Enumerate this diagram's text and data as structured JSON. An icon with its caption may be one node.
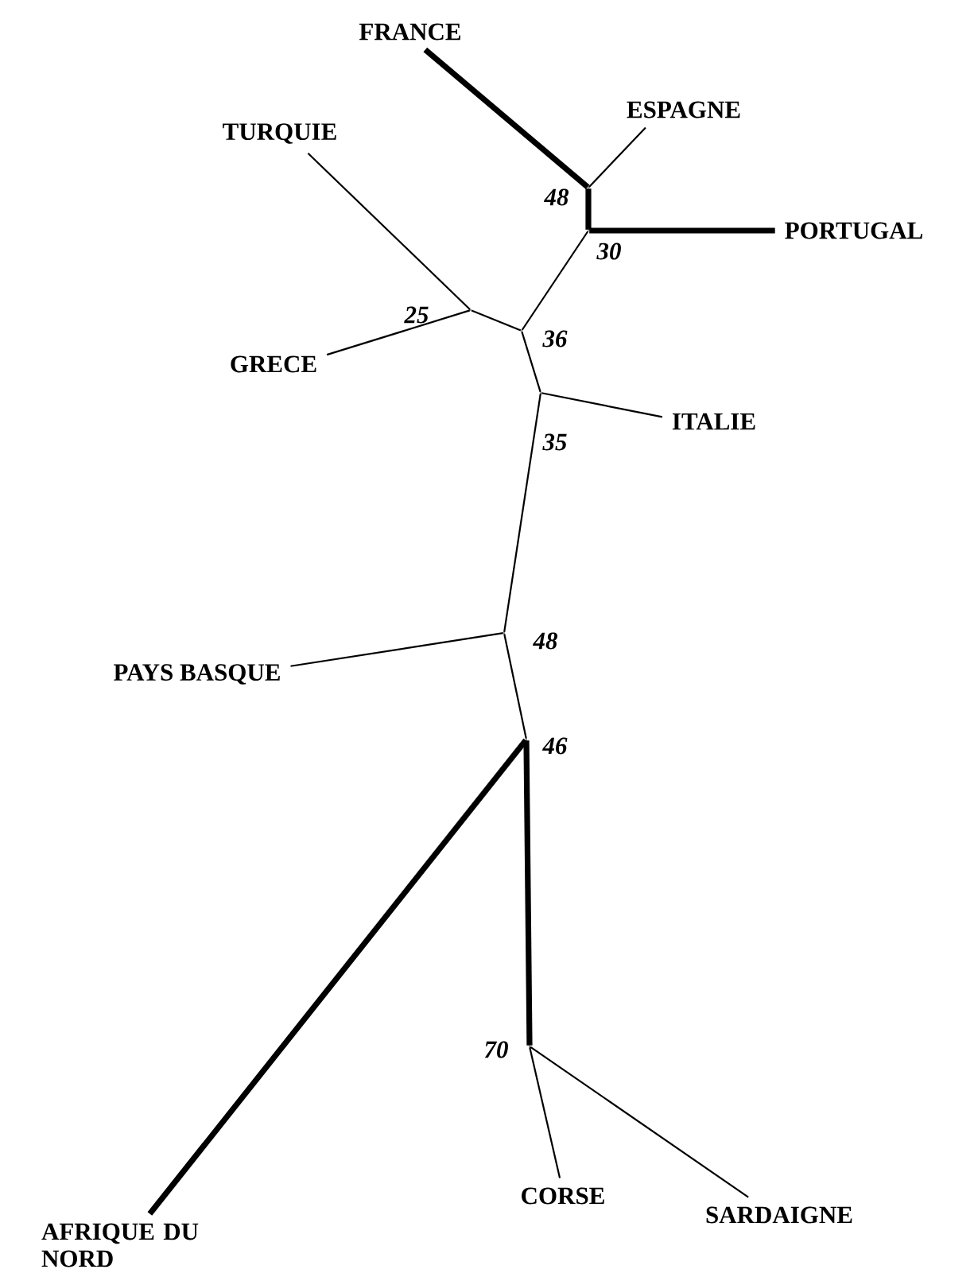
{
  "diagram": {
    "nodes": [
      {
        "text": [
          "FRANCE"
        ]
      },
      {
        "text": [
          "ESPAGNE"
        ]
      },
      {
        "text": [
          "PORTUGAL"
        ]
      },
      {
        "text": [
          "TURQUIE"
        ]
      },
      {
        "text": [
          "GRECE"
        ]
      },
      {
        "text": [
          "ITALIE"
        ]
      },
      {
        "text": [
          "PAYS BASQUE"
        ]
      },
      {
        "text": [
          "AFRIQUE DU NORD"
        ]
      },
      {
        "text": [
          "CORSE"
        ]
      },
      {
        "text": [
          "SARDAIGNE"
        ]
      },
      {
        "text": [],
        "shape": "point",
        "beside": [
          "48"
        ]
      },
      {
        "text": [],
        "shape": "point",
        "beside": [
          "30"
        ]
      },
      {
        "text": [],
        "shape": "point",
        "beside": [
          "36"
        ]
      },
      {
        "text": [],
        "shape": "point",
        "beside": [
          "25"
        ]
      },
      {
        "text": [],
        "shape": "point",
        "beside": [
          "35"
        ]
      },
      {
        "text": [],
        "shape": "point",
        "beside": [
          "48"
        ]
      },
      {
        "text": [],
        "shape": "point",
        "beside": [
          "46"
        ]
      },
      {
        "text": [],
        "shape": "point",
        "beside": [
          "70"
        ]
      }
    ],
    "edges": [
      {
        "from": 10,
        "to": 0,
        "arrow": "none",
        "style": "thick"
      },
      {
        "from": 10,
        "to": 1,
        "arrow": "none"
      },
      {
        "from": 10,
        "to": 11,
        "arrow": "none",
        "style": "thick"
      },
      {
        "from": 11,
        "to": 2,
        "arrow": "none",
        "style": "thick"
      },
      {
        "from": 11,
        "to": 12,
        "arrow": "none"
      },
      {
        "from": 12,
        "to": 13,
        "arrow": "none"
      },
      {
        "from": 13,
        "to": 3,
        "arrow": "none"
      },
      {
        "from": 13,
        "to": 4,
        "arrow": "none"
      },
      {
        "from": 12,
        "to": 14,
        "arrow": "none"
      },
      {
        "from": 14,
        "to": 5,
        "arrow": "none"
      },
      {
        "from": 14,
        "to": 15,
        "arrow": "none"
      },
      {
        "from": 15,
        "to": 6,
        "arrow": "none"
      },
      {
        "from": 15,
        "to": 16,
        "arrow": "none"
      },
      {
        "from": 16,
        "to": 7,
        "arrow": "none",
        "style": "thick"
      },
      {
        "from": 16,
        "to": 17,
        "arrow": "none",
        "style": "thick"
      },
      {
        "from": 17,
        "to": 8,
        "arrow": "none"
      },
      {
        "from": 17,
        "to": 9,
        "arrow": "none"
      }
    ]
  }
}
